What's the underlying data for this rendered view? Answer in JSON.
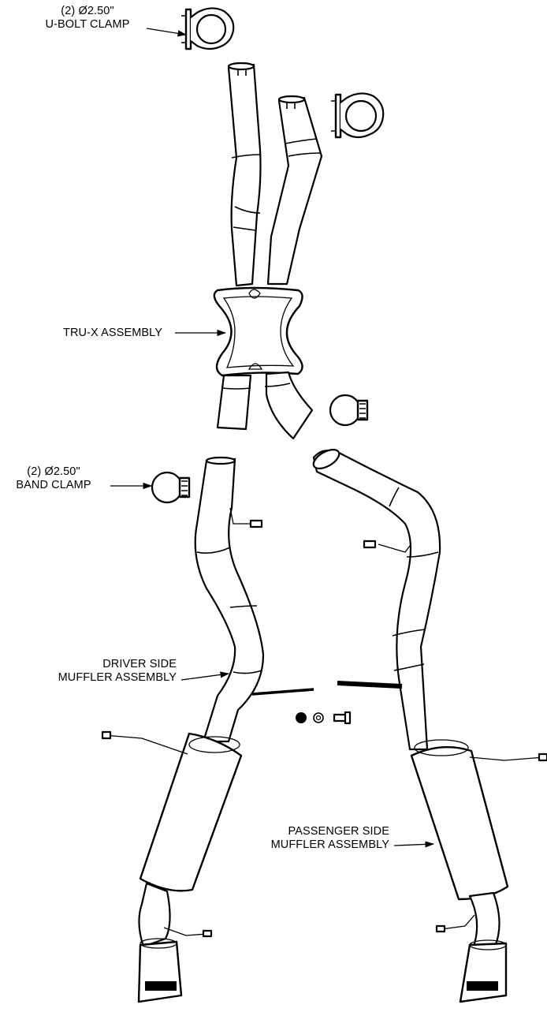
{
  "callouts": {
    "ubolt_clamp": {
      "line1": "(2) Ø2.50\"",
      "line2": "U-BOLT CLAMP"
    },
    "trux_assembly": {
      "line1": "TRU-X ASSEMBLY"
    },
    "band_clamp": {
      "line1": "(2) Ø2.50\"",
      "line2": "BAND CLAMP"
    },
    "driver_muffler": {
      "line1": "DRIVER SIDE",
      "line2": "MUFFLER ASSEMBLY"
    },
    "passenger_muffler": {
      "line1": "PASSENGER SIDE",
      "line2": "MUFFLER ASSEMBLY"
    }
  },
  "parts": [
    "u-bolt-clamp",
    "u-bolt-clamp",
    "tru-x-assembly",
    "band-clamp",
    "band-clamp",
    "driver-side-muffler-assembly",
    "passenger-side-muffler-assembly",
    "hanger-rod",
    "hanger-rod",
    "nut",
    "washer",
    "bolt"
  ],
  "colors": {
    "line": "#000000",
    "background": "#ffffff"
  }
}
